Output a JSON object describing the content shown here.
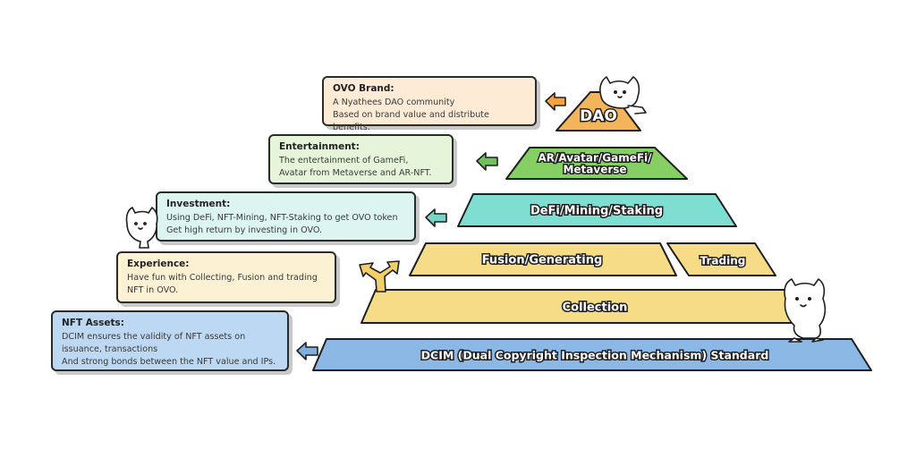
{
  "boxes": {
    "brand": {
      "title": "OVO Brand:",
      "lines": [
        "A Nyathees DAO community",
        "Based on brand value and distribute benefits."
      ],
      "fill": "#fdebd6"
    },
    "entertainment": {
      "title": "Entertainment:",
      "lines": [
        "The entertainment of GameFi,",
        "Avatar from Metaverse and AR-NFT."
      ],
      "fill": "#e6f5da"
    },
    "investment": {
      "title": "Investment:",
      "lines": [
        "Using DeFi, NFT-Mining, NFT-Staking to get OVO token",
        "Get high return by investing in OVO."
      ],
      "fill": "#dcf5f1"
    },
    "experience": {
      "title": "Experience:",
      "lines": [
        "Have fun with Collecting, Fusion and trading",
        "NFT in OVO."
      ],
      "fill": "#fdf1d4"
    },
    "assets": {
      "title": "NFT Assets:",
      "lines": [
        "DCIM ensures the validity of NFT assets on",
        "issuance, transactions",
        "And strong bonds between the NFT value and IPs."
      ],
      "fill": "#bcd8f2"
    }
  },
  "tiers": {
    "dao": {
      "label": "DAO",
      "color": "#f4b45a"
    },
    "ar": {
      "label_line1": "AR/Avatar/GameFi/",
      "label_line2": "Metaverse",
      "color": "#86cf64"
    },
    "defi": {
      "label": "DeFi/Mining/Staking",
      "color": "#7fded2"
    },
    "fusion": {
      "label": "Fusion/Generating",
      "color": "#f7dc88"
    },
    "trading": {
      "label": "Trading",
      "color": "#f7dc88"
    },
    "collection": {
      "label": "Collection",
      "color": "#f7dc88"
    },
    "dcim": {
      "label": "DCIM (Dual Copyright Inspection Mechanism) Standard",
      "color": "#8cb8e6"
    }
  },
  "arrows": {
    "orange": "#f2a444",
    "green": "#6fc25a",
    "teal": "#75d5c8",
    "yellow": "#f2cf6a",
    "blue": "#7fb0e0"
  },
  "icons": {
    "mascot": "cat-mascot-icon"
  }
}
